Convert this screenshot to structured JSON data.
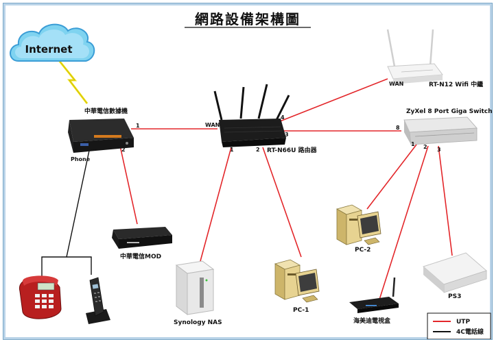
{
  "title": "網路設備架構圖",
  "cloud": {
    "label": "Internet"
  },
  "devices": {
    "modem": "中華電信數據機",
    "mod": "中華電信MOD",
    "router": "RT-N66U 路由器",
    "repeater": "RT-N12 Wifi 中繼",
    "switch": "ZyXel 8 Port Giga Switch",
    "nas": "Synology NAS",
    "pc1": "PC-1",
    "pc2": "PC-2",
    "ps3": "PS3",
    "tvbox": "海美迪電視盒"
  },
  "ports": {
    "modem_1": "1",
    "modem_2": "2",
    "modem_phone": "Phone",
    "router_wan": "WAN",
    "router_1": "1",
    "router_2": "2",
    "router_3": "3",
    "router_4": "4",
    "repeater_wan": "WAN",
    "switch_8": "8",
    "switch_1": "1",
    "switch_2": "2",
    "switch_3": "3"
  },
  "legend": {
    "utp": "UTP",
    "phone": "4C電話線",
    "utp_color": "#e3262a",
    "phone_color": "#111111"
  }
}
